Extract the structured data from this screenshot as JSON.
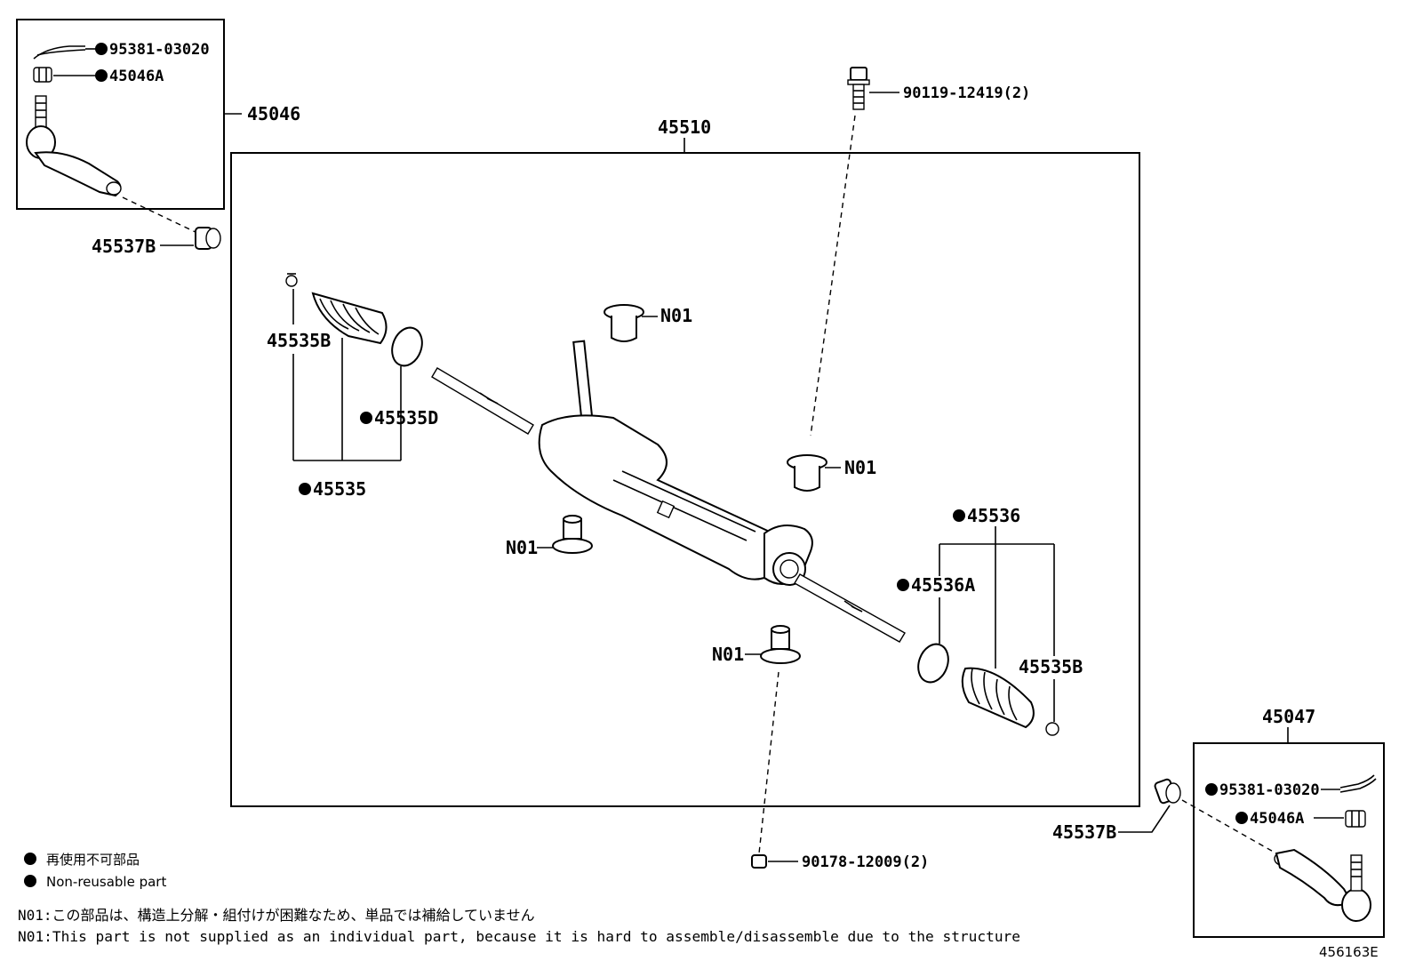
{
  "labels": {
    "p45046": "45046",
    "p45047": "45047",
    "p45510": "45510",
    "cotter_left": "95381-03020",
    "nut_left": "45046A",
    "cotter_right": "95381-03020",
    "nut_right": "45046A",
    "p45537b_left": "45537B",
    "p45537b_right": "45537B",
    "bolt_top": "90119-12419(2)",
    "nut_bottom": "90178-12009(2)",
    "n01_a": "N01",
    "n01_b": "N01",
    "n01_c": "N01",
    "n01_d": "N01",
    "clamp_b_left": "45535B",
    "clamp_d_left": "45535D",
    "boot_kit_left": "45535",
    "boot_kit_right": "45536",
    "clamp_a_right": "45536A",
    "clamp_b_right": "45535B"
  },
  "legend": {
    "jp": "再使用不可部品",
    "en": "Non-reusable part"
  },
  "notes": {
    "jp": "N01:この部品は、構造上分解・組付けが困難なため、単品では補給していません",
    "en": "N01:This part is not supplied as an individual part, because it is hard to assemble/disassemble due to the structure"
  },
  "diagram_id": "456163E"
}
